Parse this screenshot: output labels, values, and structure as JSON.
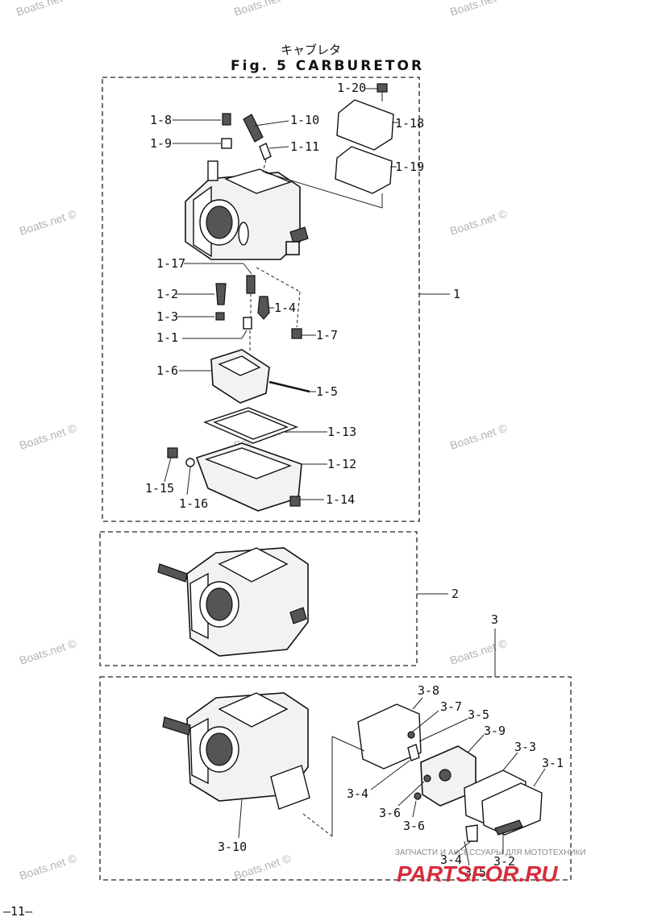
{
  "header": {
    "title_jp": "キャブレタ",
    "title_en": "Fig. 5 CARBURETOR"
  },
  "footer": {
    "page_number": "–11–"
  },
  "watermarks": {
    "site": "Boats.net ©",
    "brand_tagline": "ЗАПЧАСТИ И АКСЕССУАРЫ ДЛЯ МОТОТЕХНИКИ",
    "brand_logo": "PARTSFOR.RU"
  },
  "assemblies": [
    {
      "ref": "1"
    },
    {
      "ref": "2"
    },
    {
      "ref": "3"
    }
  ],
  "callouts": {
    "c1_1": "1-1",
    "c1_2": "1-2",
    "c1_3": "1-3",
    "c1_4": "1-4",
    "c1_5": "1-5",
    "c1_6": "1-6",
    "c1_7": "1-7",
    "c1_8": "1-8",
    "c1_9": "1-9",
    "c1_10": "1-10",
    "c1_11": "1-11",
    "c1_12": "1-12",
    "c1_13": "1-13",
    "c1_14": "1-14",
    "c1_15": "1-15",
    "c1_16": "1-16",
    "c1_17": "1-17",
    "c1_18": "1-18",
    "c1_19": "1-19",
    "c1_20": "1-20",
    "c3_1": "3-1",
    "c3_2": "3-2",
    "c3_3": "3-3",
    "c3_4a": "3-4",
    "c3_4b": "3-4",
    "c3_5a": "3-5",
    "c3_5b": "3-5",
    "c3_6a": "3-6",
    "c3_6b": "3-6",
    "c3_7": "3-7",
    "c3_8": "3-8",
    "c3_9": "3-9",
    "c3_10": "3-10"
  }
}
